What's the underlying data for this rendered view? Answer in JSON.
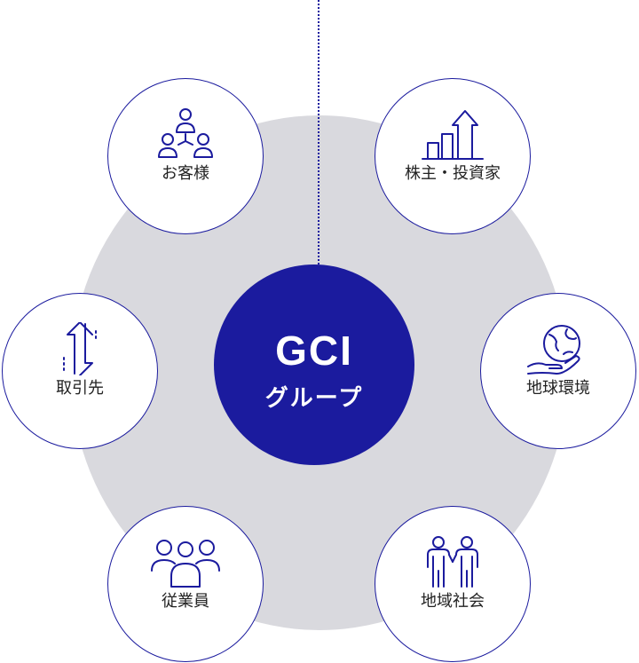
{
  "center": {
    "title": "GCI",
    "subtitle": "グループ"
  },
  "nodes": [
    {
      "id": "customers",
      "label": "お客様",
      "icon": "people-network-icon"
    },
    {
      "id": "shareholders",
      "label": "株主・投資家",
      "icon": "growth-chart-icon"
    },
    {
      "id": "partners",
      "label": "取引先",
      "icon": "exchange-arrows-icon"
    },
    {
      "id": "environment",
      "label": "地球環境",
      "icon": "globe-hand-icon"
    },
    {
      "id": "employees",
      "label": "従業員",
      "icon": "group-people-icon"
    },
    {
      "id": "community",
      "label": "地域社会",
      "icon": "holding-hands-icon"
    }
  ],
  "colors": {
    "accent": "#1b1b9e",
    "background_circle": "#d9d9de",
    "text": "#222222"
  }
}
